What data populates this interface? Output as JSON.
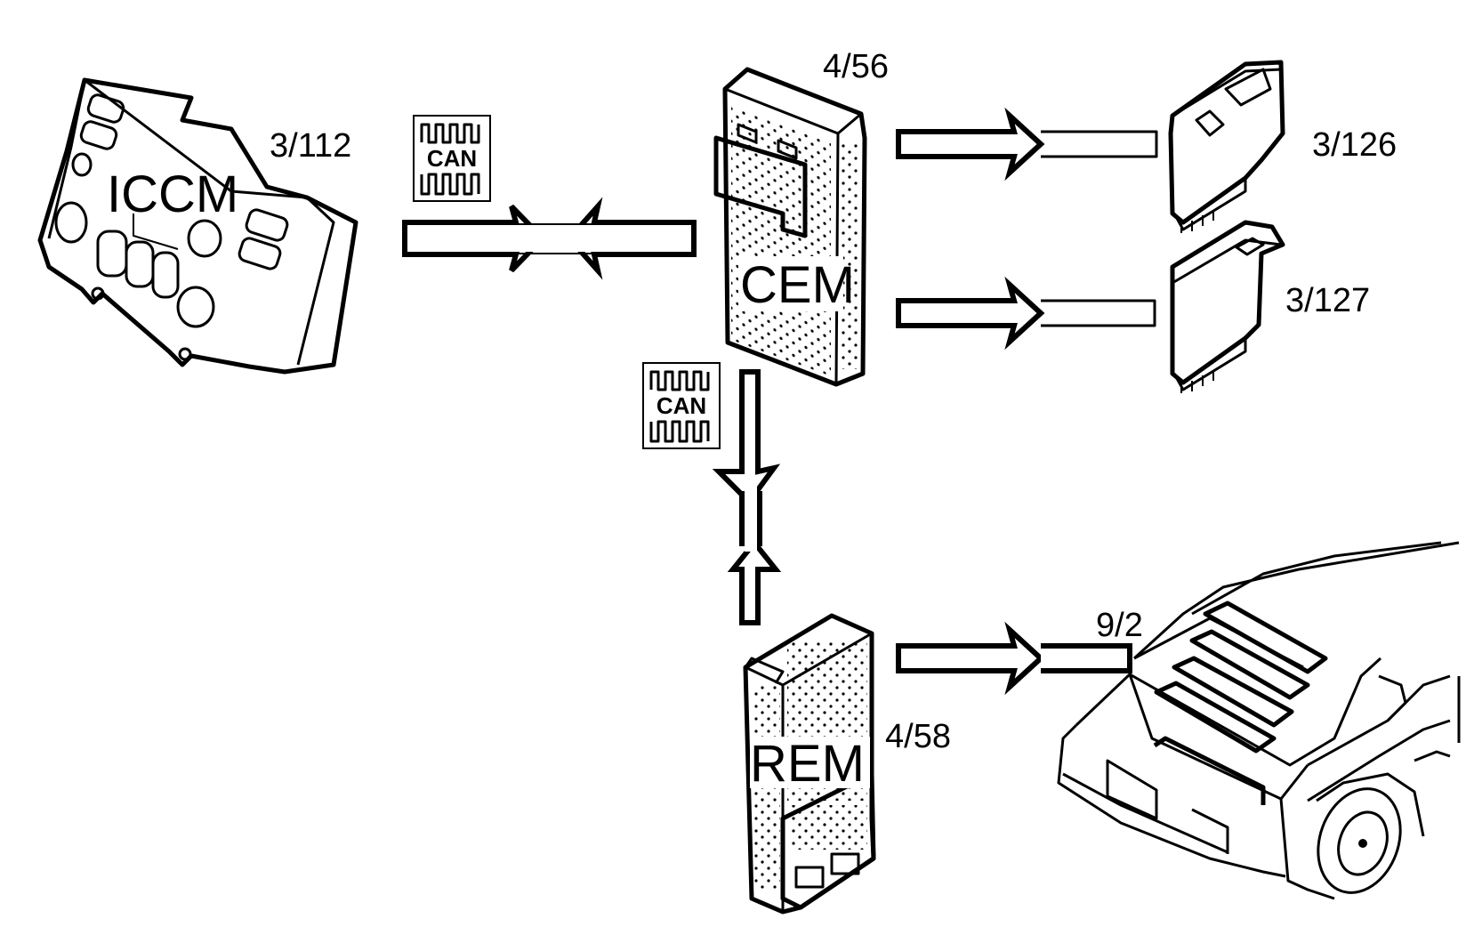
{
  "modules": {
    "iccm": {
      "name": "ICCM",
      "ref": "3/112"
    },
    "cem": {
      "name": "CEM",
      "ref": "4/56"
    },
    "rem": {
      "name": "REM",
      "ref": "4/58"
    },
    "switch_upper": {
      "ref": "3/126"
    },
    "switch_lower": {
      "ref": "3/127"
    },
    "rear_window": {
      "ref": "9/2"
    }
  },
  "can_badge": {
    "text": "CAN"
  },
  "colors": {
    "ink": "#000000",
    "paper": "#ffffff"
  }
}
